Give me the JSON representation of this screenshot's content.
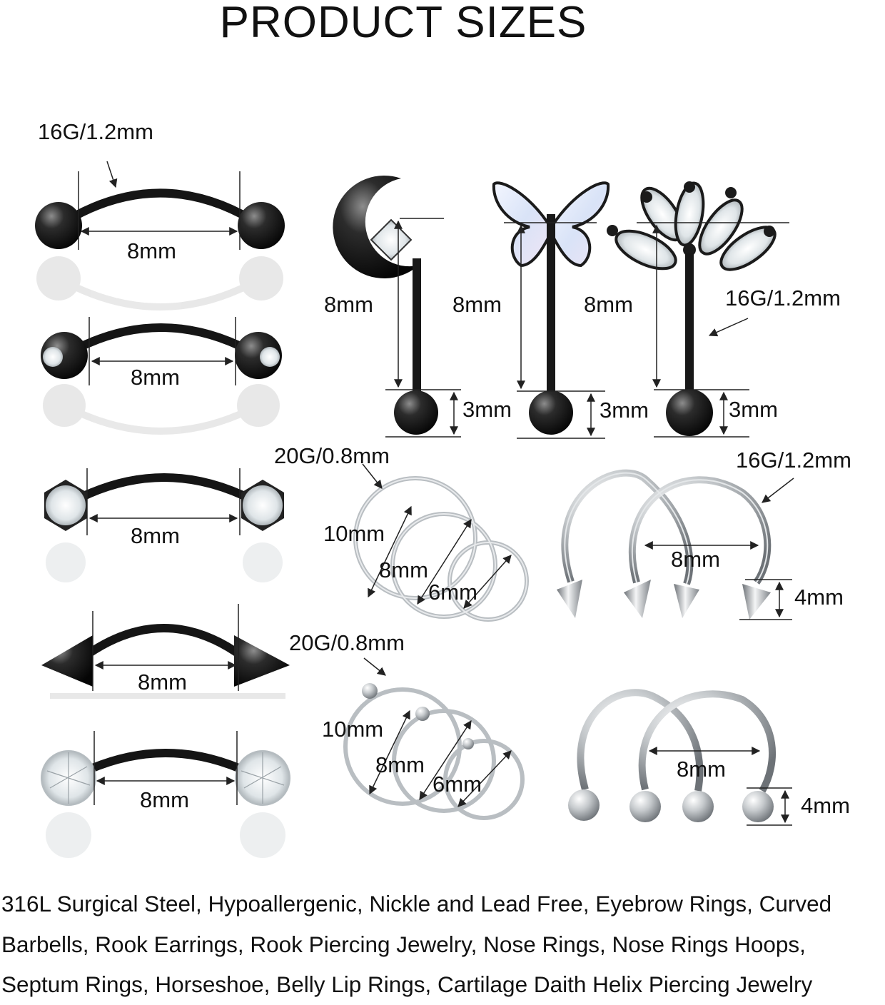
{
  "title": "PRODUCT SIZES",
  "colors": {
    "black_metal": "#1a1a1a",
    "silver_metal": "#c9cdd1",
    "crystal": "#e6ecef",
    "opal": "#dfe7f6"
  },
  "left_column": {
    "gauge_label": "16G/1.2mm",
    "items": [
      {
        "name": "black ball curved barbell",
        "length": "8mm"
      },
      {
        "name": "black gem ball curved barbell",
        "length": "8mm"
      },
      {
        "name": "prong cz curved barbell",
        "length": "8mm"
      },
      {
        "name": "black spike curved barbell",
        "length": "8mm"
      },
      {
        "name": "crystal ball curved barbell",
        "length": "8mm"
      }
    ]
  },
  "top_right": {
    "gauge_label": "16G/1.2mm",
    "items": [
      {
        "name": "moon cz barbell",
        "length": "8mm",
        "ball": "3mm"
      },
      {
        "name": "opal butterfly barbell",
        "length": "8mm",
        "ball": "3mm"
      },
      {
        "name": "marquise crown barbell",
        "length": "8mm",
        "ball": "3mm"
      }
    ]
  },
  "hoops_seamless": {
    "gauge_label": "20G/0.8mm",
    "diameters": [
      "10mm",
      "8mm",
      "6mm"
    ]
  },
  "hoops_captive": {
    "gauge_label": "20G/0.8mm",
    "diameters": [
      "10mm",
      "8mm",
      "6mm"
    ]
  },
  "horseshoe_spike": {
    "gauge_label": "16G/1.2mm",
    "width": "8mm",
    "end": "4mm"
  },
  "horseshoe_ball": {
    "width": "8mm",
    "end": "4mm"
  },
  "description": "316L Surgical Steel, Hypoallergenic, Nickle and Lead Free, Eyebrow Rings, Curved Barbells, Rook Earrings, Rook Piercing Jewelry, Nose Rings, Nose Rings Hoops, Septum Rings, Horseshoe, Belly Lip Rings, Cartilage Daith Helix Piercing Jewelry"
}
